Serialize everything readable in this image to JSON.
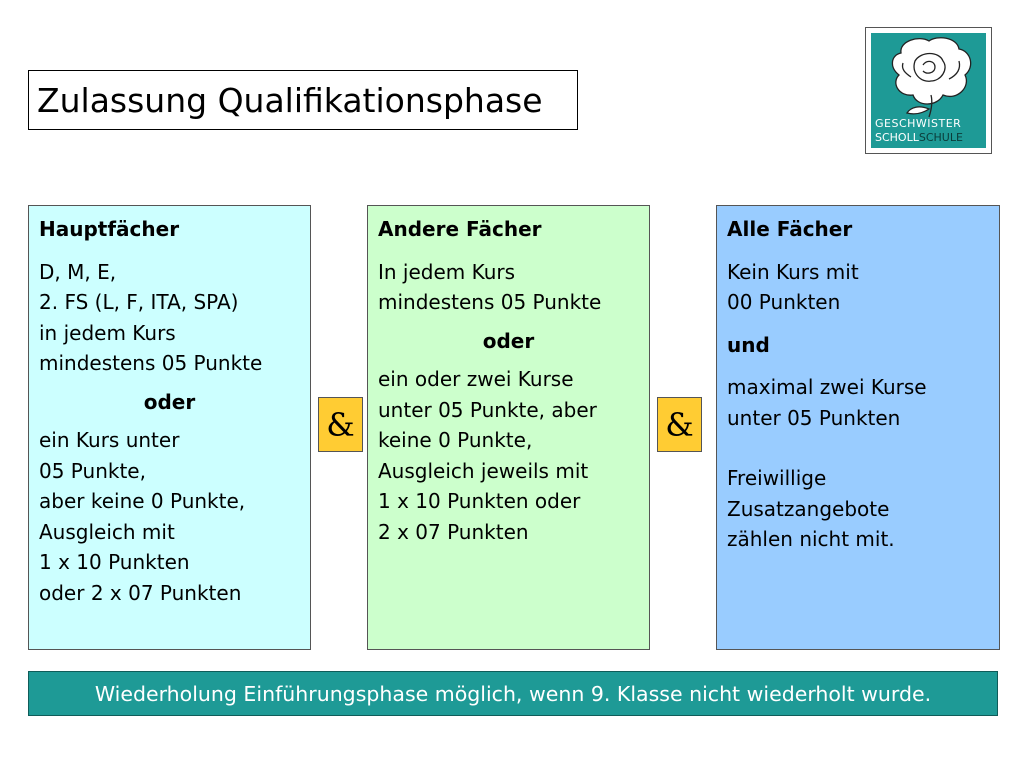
{
  "title": "Zulassung Qualifikationsphase",
  "logo": {
    "line1": "GESCHWISTER",
    "line2a": "SCHOLL",
    "line2b": "SCHULE",
    "icon": "rose-icon"
  },
  "columns": [
    {
      "heading": "Hauptfächer",
      "lines1": [
        "D, M, E,",
        "2. FS (L, F, ITA, SPA)",
        "in jedem Kurs",
        "mindestens 05 Punkte"
      ],
      "connector": "oder",
      "lines2": [
        "ein Kurs unter",
        "05 Punkte,",
        "aber keine 0 Punkte,",
        "Ausgleich mit",
        "1 x 10 Punkten",
        "oder 2 x 07 Punkten"
      ]
    },
    {
      "heading": "Andere Fächer",
      "lines1": [
        "In jedem Kurs",
        "mindestens 05 Punkte"
      ],
      "connector": "oder",
      "lines2": [
        "ein oder zwei Kurse",
        "unter 05 Punkte, aber",
        "keine 0 Punkte,",
        "Ausgleich jeweils mit",
        "1 x 10 Punkten oder",
        "2 x 07 Punkten"
      ]
    },
    {
      "heading": "Alle Fächer",
      "lines1": [
        "Kein Kurs mit",
        "00 Punkten"
      ],
      "connector": "und",
      "lines2": [
        "maximal zwei Kurse",
        "unter 05 Punkten"
      ],
      "lines3": [
        "Freiwillige",
        "Zusatzangebote",
        "zählen nicht mit."
      ]
    }
  ],
  "ampersand": "&",
  "footer": "Wiederholung Einführungsphase möglich, wenn 9. Klasse nicht wiederholt wurde.",
  "colors": {
    "teal": "#1e9a96",
    "cyan_box": "#ccffff",
    "green_box": "#ccffcc",
    "blue_box": "#99ccff",
    "amp_box": "#ffcc33"
  }
}
